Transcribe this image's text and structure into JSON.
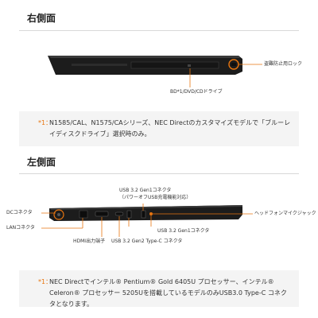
{
  "right": {
    "title": "右側面",
    "label_lock": "盗難防止用ロック",
    "label_drive": "BD*1/DVD/CDドライブ",
    "note_mark": "*1：",
    "note_text": "N1585/CAL、N1575/CAシリーズ、NEC Directのカスタマイズモデルで「ブルーレイディスクドライブ」選択時のみ。"
  },
  "left": {
    "title": "左側面",
    "label_usb_top_1": "USB 3.2 Gen1コネクタ",
    "label_usb_top_2": "（パワーオフUSB充電機能対応）",
    "label_dc": "DCコネクタ",
    "label_lan": "LANコネクタ",
    "label_hdmi": "HDMI出力端子",
    "label_typec": "USB 3.2 Gen2 Type-C コネクタ",
    "label_usb_bottom": "USB 3.2 Gen1コネクタ",
    "label_headphone": "ヘッドフォンマイクジャック",
    "note_mark": "*1：",
    "note_text": "NEC Directでインテル® Pentium® Gold 6405U プロセッサー、インテル® Celeron® プロセッサー 5205Uを搭載しているモデルのみUSB3.0 Type-C コネクタとなります。"
  },
  "colors": {
    "accent": "#e8750f",
    "body": "#1c1c1c"
  }
}
